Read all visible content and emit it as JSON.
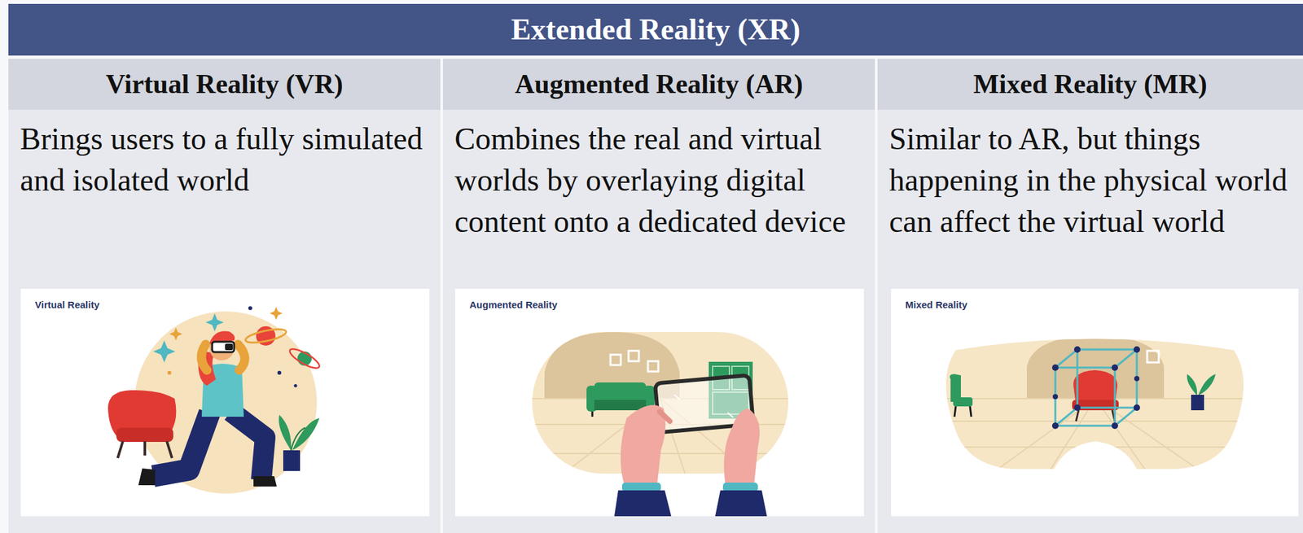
{
  "diagram": {
    "title": "Extended Reality (XR)",
    "nodes": [
      {
        "text": [
          "Virtual Reality (VR)",
          "Brings users to a fully simulated and isolated world"
        ]
      },
      {
        "text": [
          "Virtual Reality"
        ],
        "in": 0
      },
      {
        "text": [
          "Augmented Reality (AR)",
          "Combines the real and virtual worlds by overlaying digital content onto a dedicated device"
        ]
      },
      {
        "text": [
          "Augmented Reality"
        ],
        "in": 2
      },
      {
        "text": [
          "Mixed Reality (MR)",
          "Similar to AR, but things happening in the physical world can affect the virtual world"
        ]
      },
      {
        "text": [
          "Mixed Reality"
        ],
        "in": 4
      }
    ]
  }
}
